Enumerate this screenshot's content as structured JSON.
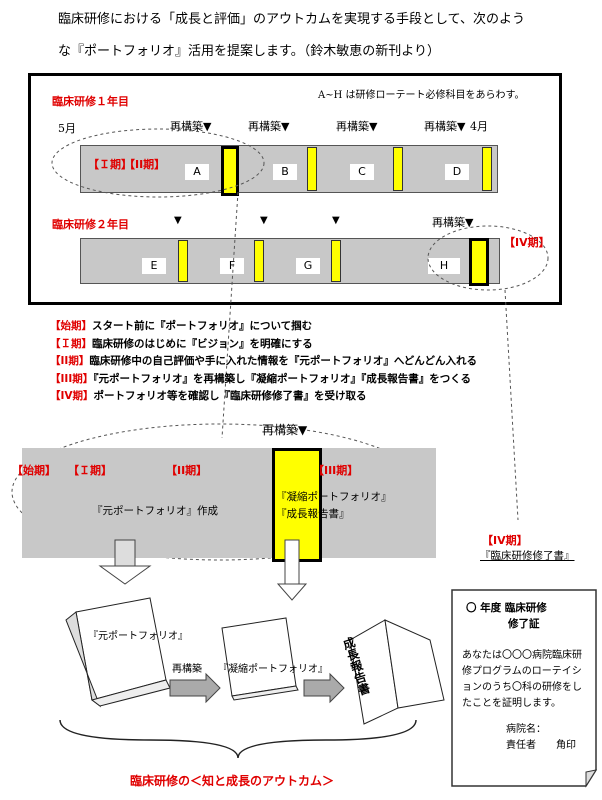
{
  "intro": {
    "line1": "臨床研修における「成長と評価」のアウトカムを実現する手段として、次のよう",
    "line2": "な『ポートフォリオ』活用を提案します。（鈴木敏恵の新刊より）"
  },
  "box": {
    "year1_label": "臨床研修１年目",
    "note": "A~H は研修ローテート必修科目をあらわす。",
    "month_start": "5月",
    "reconstruct": "再構築▼",
    "month_end": "4月",
    "period_i": "【Ｉ期】",
    "period_ii": "【II期】",
    "year2_label": "臨床研修２年目",
    "period_iv": "【IV期】",
    "subjects": [
      "A",
      "B",
      "C",
      "D",
      "E",
      "F",
      "G",
      "H"
    ]
  },
  "steps": [
    {
      "tag": "【始期】",
      "text": "スタート前に『ポートフォリオ』について掴む"
    },
    {
      "tag": "【Ｉ期】",
      "text": "臨床研修のはじめに『ビジョン』を明確にする"
    },
    {
      "tag": "【II期】",
      "text": "臨床研修中の自己評価や手に入れた情報を『元ポートフォリオ』へどんどん入れる"
    },
    {
      "tag": "【III期】",
      "text": "『元ポートフォリオ』を再構築し『凝縮ポートフォリオ』『成長報告書』をつくる"
    },
    {
      "tag": "【IV期】",
      "text": "ポートフォリオ等を確認し『臨床研修修了書』を受け取る"
    }
  ],
  "lower": {
    "reconstruct": "再構築▼",
    "p_start": "【始期】",
    "p_i": "【Ｉ期】",
    "p_ii": "【II期】",
    "p_iii": "【III期】",
    "moto": "『元ポートフォリオ』作成",
    "gyoshuku": "『凝縮ポートフォリオ』",
    "seicho": "『成長報告書』",
    "book1": "『元ポートフォリオ』",
    "arrow_label": "再構築",
    "book2": "『凝縮ポートフォリオ』",
    "book3": "成長報告書",
    "outcome": "臨床研修の＜知と成長のアウトカム＞"
  },
  "certificate": {
    "tag": "【IV期】",
    "title_link": "『臨床研修修了書』",
    "heading": "〇 年度 臨床研修",
    "heading2": "修了証",
    "body": "あなたは〇〇〇病院臨床研修プログラムのローテイションのうち〇科の研修をしたことを証明します。",
    "hospital": "病院名：",
    "responsible": "責任者　　角印"
  }
}
